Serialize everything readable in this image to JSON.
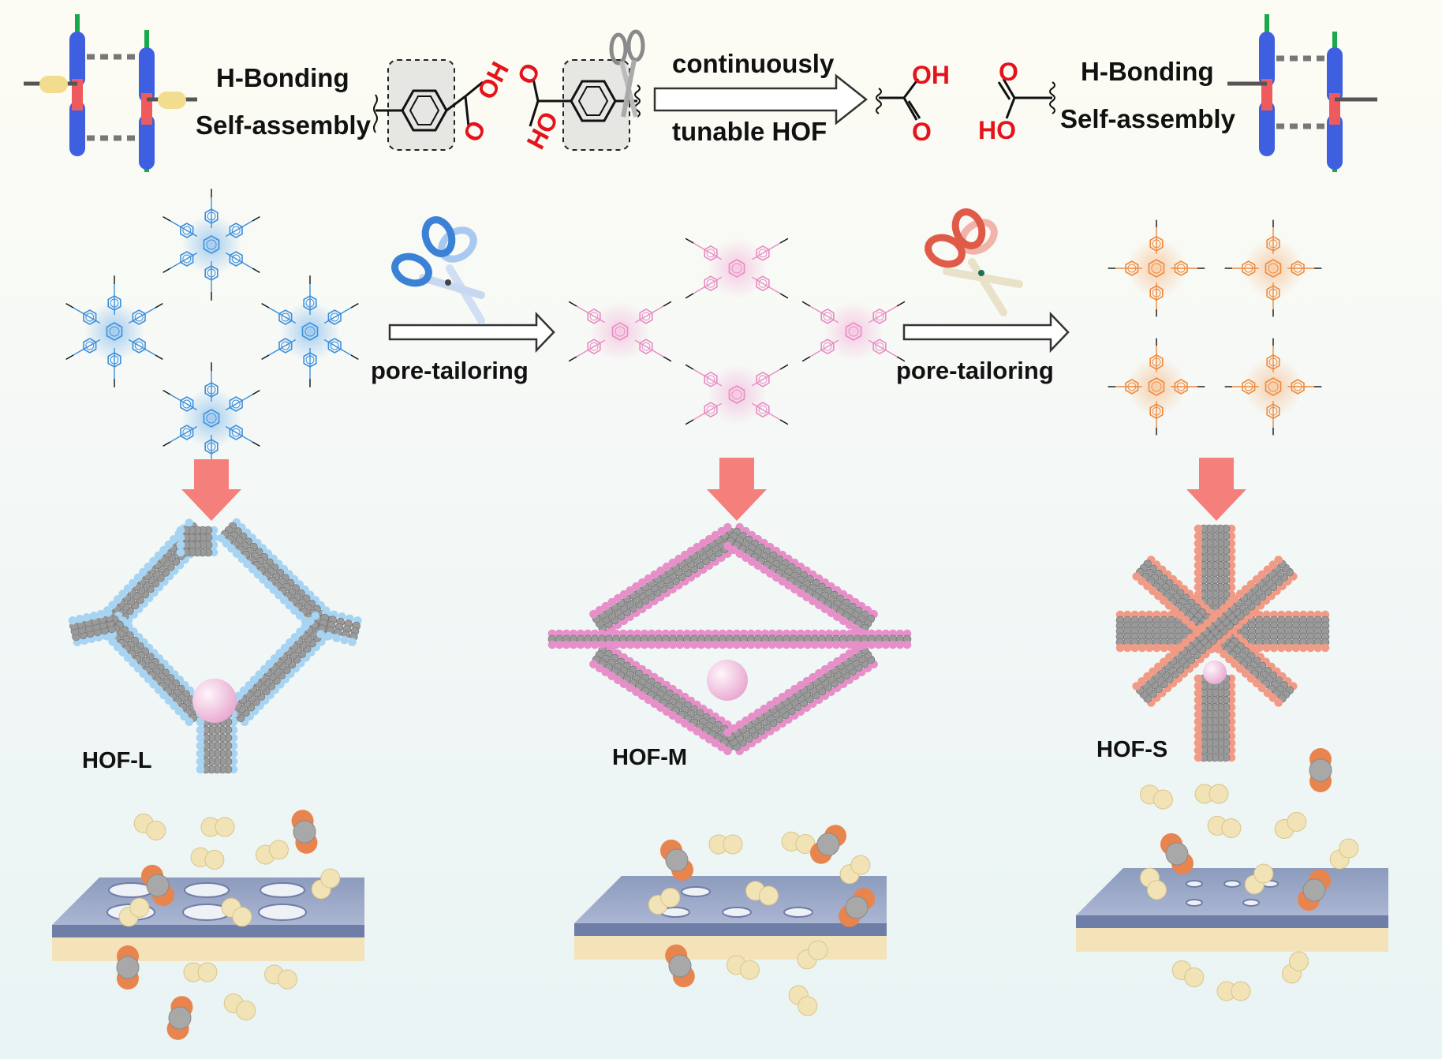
{
  "top_panel": {
    "left_bonding": "H-Bonding",
    "left_assembly": "Self-assembly",
    "arrow_top": "continuously",
    "arrow_bottom": "tunable HOF",
    "right_bonding": "H-Bonding",
    "right_assembly": "Self-assembly",
    "oh": "OH",
    "ho": "HO",
    "o": "O"
  },
  "steps": {
    "first": "pore-tailoring",
    "second": "pore-tailoring"
  },
  "frameworks": {
    "large": "HOF-L",
    "medium": "HOF-M",
    "small": "HOF-S"
  },
  "colors": {
    "hof_l": "#3d8fdc",
    "hof_m": "#e98ac4",
    "hof_s": "#ee8a3c",
    "arrow": "#f47f7b",
    "scissors_blue": "#3b82d6",
    "scissors_red": "#e05a48"
  }
}
